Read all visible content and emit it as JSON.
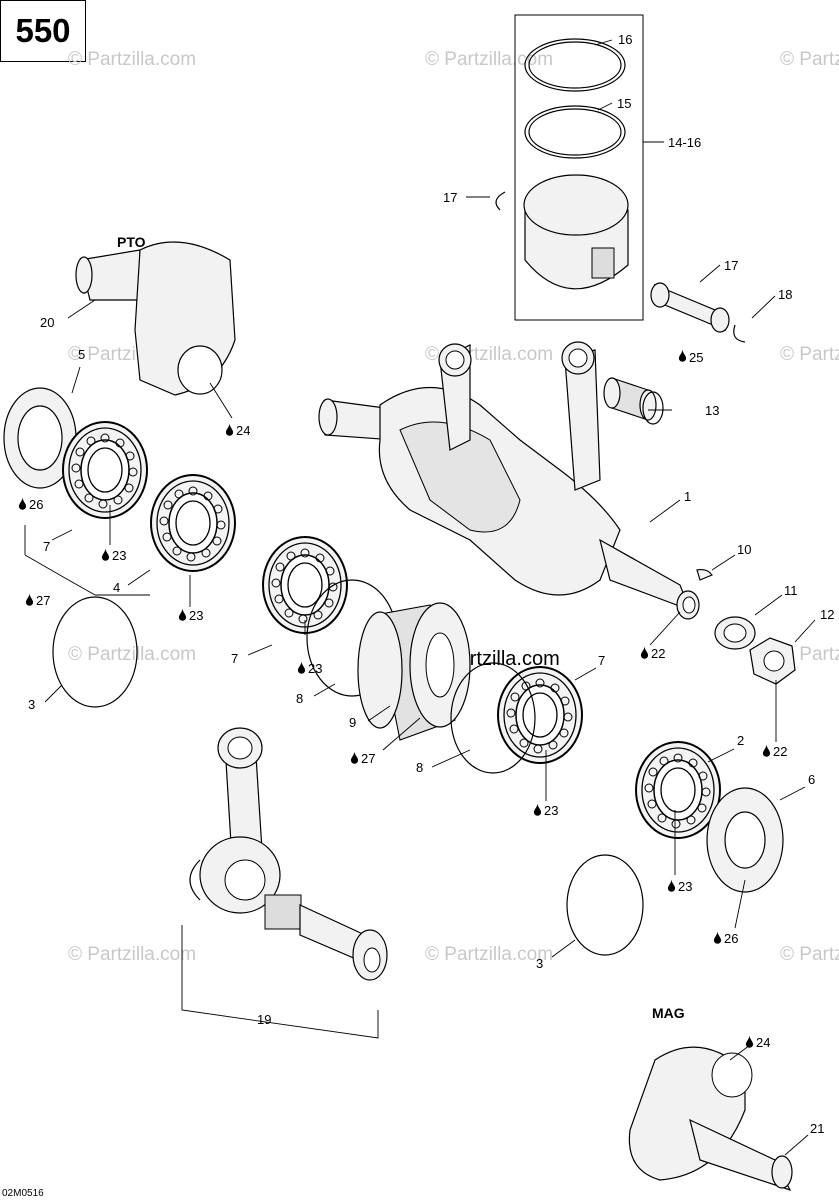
{
  "engine_code": "550",
  "drawing_code": "02M0516",
  "watermark_text": "© Partzilla.com",
  "center_watermark_text": "© Partzilla.com",
  "section_labels": {
    "pto": "PTO",
    "mag": "MAG"
  },
  "callouts": [
    {
      "id": "c16",
      "text": "16"
    },
    {
      "id": "c15",
      "text": "15"
    },
    {
      "id": "c14_16",
      "text": "14-16"
    },
    {
      "id": "c17a",
      "text": "17"
    },
    {
      "id": "c17b",
      "text": "17"
    },
    {
      "id": "c18",
      "text": "18"
    },
    {
      "id": "c20",
      "text": "20"
    },
    {
      "id": "c5",
      "text": "5"
    },
    {
      "id": "c24a",
      "text": "24"
    },
    {
      "id": "c25",
      "text": "25"
    },
    {
      "id": "c13",
      "text": "13"
    },
    {
      "id": "c26a",
      "text": "26"
    },
    {
      "id": "c7a",
      "text": "7"
    },
    {
      "id": "c23a",
      "text": "23"
    },
    {
      "id": "c4",
      "text": "4"
    },
    {
      "id": "c27a",
      "text": "27"
    },
    {
      "id": "c23b",
      "text": "23"
    },
    {
      "id": "c1",
      "text": "1"
    },
    {
      "id": "c10",
      "text": "10"
    },
    {
      "id": "c11",
      "text": "11"
    },
    {
      "id": "c12",
      "text": "12"
    },
    {
      "id": "c3a",
      "text": "3"
    },
    {
      "id": "c7b",
      "text": "7"
    },
    {
      "id": "c23c",
      "text": "23"
    },
    {
      "id": "c22a",
      "text": "22"
    },
    {
      "id": "c8a",
      "text": "8"
    },
    {
      "id": "c22b",
      "text": "22"
    },
    {
      "id": "c7c",
      "text": "7"
    },
    {
      "id": "c9",
      "text": "9"
    },
    {
      "id": "c27b",
      "text": "27"
    },
    {
      "id": "c8b",
      "text": "8"
    },
    {
      "id": "c2",
      "text": "2"
    },
    {
      "id": "c23d",
      "text": "23"
    },
    {
      "id": "c6",
      "text": "6"
    },
    {
      "id": "c23e",
      "text": "23"
    },
    {
      "id": "c26b",
      "text": "26"
    },
    {
      "id": "c3b",
      "text": "3"
    },
    {
      "id": "c19",
      "text": "19"
    },
    {
      "id": "c24b",
      "text": "24"
    },
    {
      "id": "c21",
      "text": "21"
    }
  ]
}
